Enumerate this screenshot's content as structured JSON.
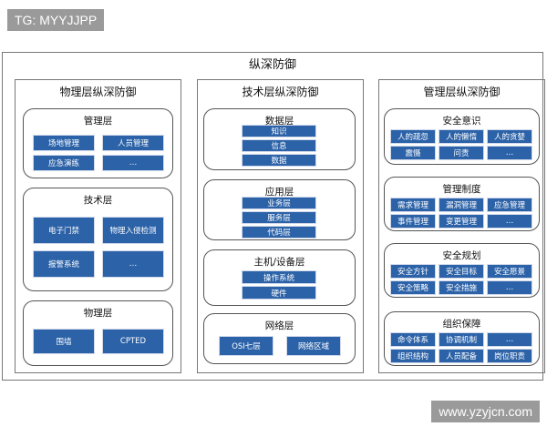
{
  "watermarks": {
    "top": "TG: MYYJJPP",
    "bottom": "www.yzyjcn.com"
  },
  "title": "纵深防御",
  "columns": [
    {
      "title": "物理层纵深防御",
      "cards": [
        {
          "title": "管理层",
          "items": [
            "场地管理",
            "人员管理",
            "应急演练",
            "…"
          ]
        },
        {
          "title": "技术层",
          "items": [
            "电子门禁",
            "物理入侵检测",
            "报警系统",
            "…"
          ]
        },
        {
          "title": "物理层",
          "items": [
            "围墙",
            "CPTED"
          ]
        }
      ]
    },
    {
      "title": "技术层纵深防御",
      "cards": [
        {
          "title": "数据层",
          "items": [
            "知识",
            "信息",
            "数据"
          ]
        },
        {
          "title": "应用层",
          "items": [
            "业务层",
            "服务层",
            "代码层"
          ]
        },
        {
          "title": "主机/设备层",
          "items": [
            "操作系统",
            "硬件"
          ]
        },
        {
          "title": "网络层",
          "items": [
            "OSI七层",
            "网络区域"
          ]
        }
      ]
    },
    {
      "title": "管理层纵深防御",
      "cards": [
        {
          "title": "安全意识",
          "items": [
            "人的疏忽",
            "人的懒惰",
            "人的贪婪",
            "震慑",
            "问责",
            "…"
          ]
        },
        {
          "title": "管理制度",
          "items": [
            "需求管理",
            "漏洞管理",
            "应急管理",
            "事件管理",
            "变更管理",
            "…"
          ]
        },
        {
          "title": "安全规划",
          "items": [
            "安全方针",
            "安全目标",
            "安全愿景",
            "安全策略",
            "安全措施",
            "…"
          ]
        },
        {
          "title": "组织保障",
          "items": [
            "命令体系",
            "协调机制",
            "…",
            "组织结构",
            "人员配备",
            "岗位职责"
          ]
        }
      ]
    }
  ],
  "colors": {
    "box_blue": "#2b62a8",
    "border": "#555555"
  }
}
